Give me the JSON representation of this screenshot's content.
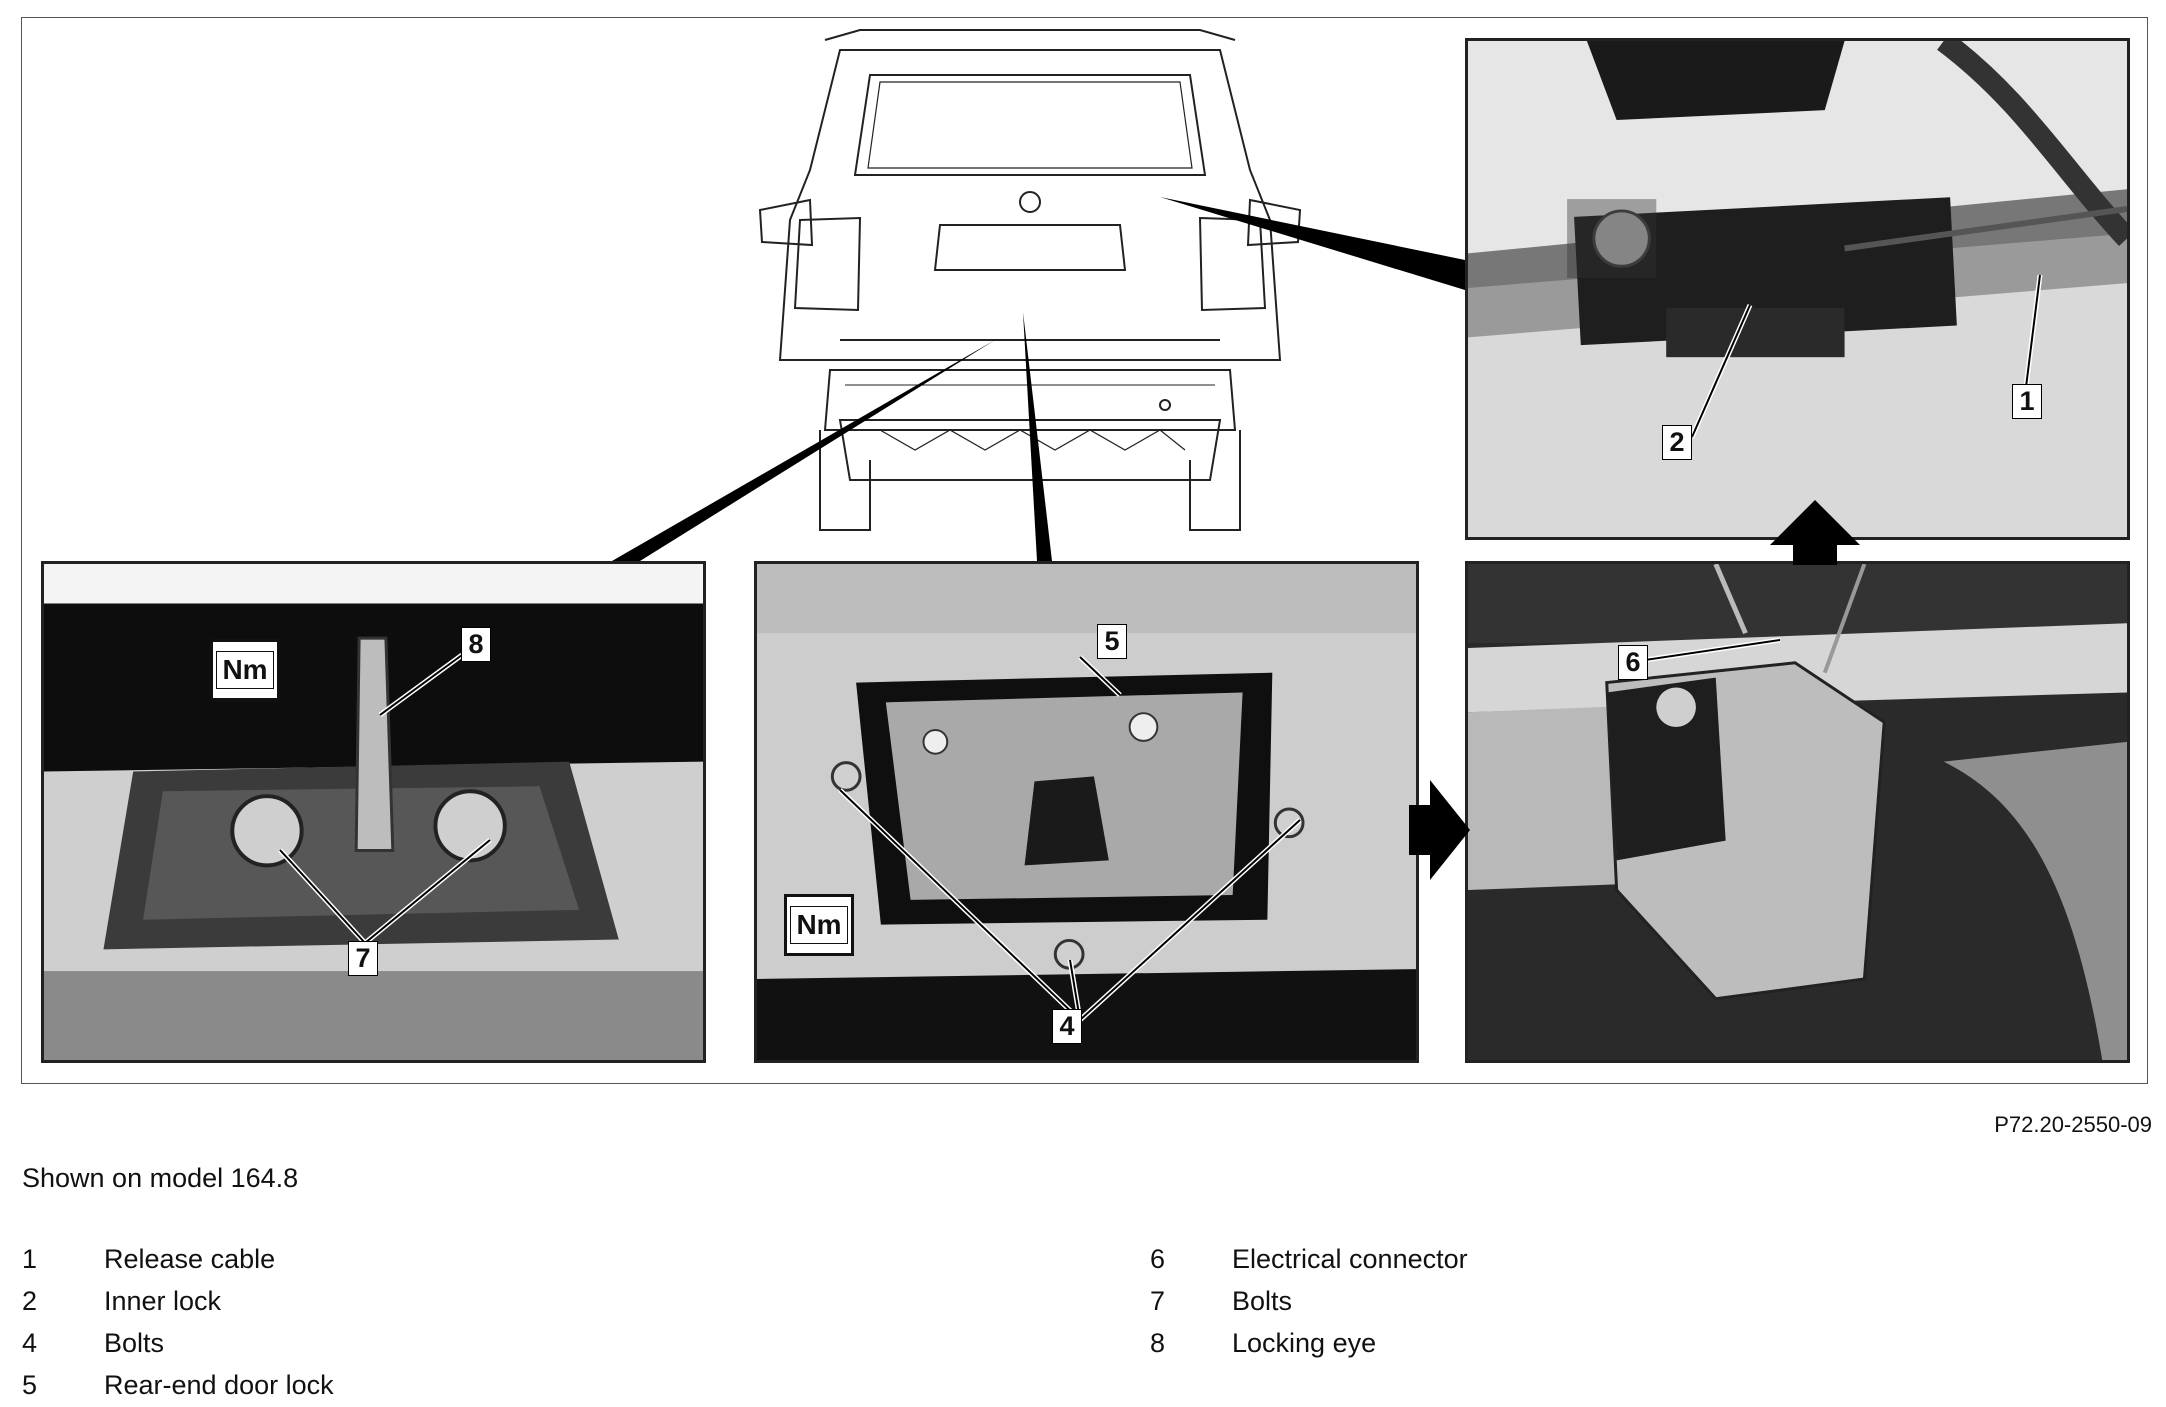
{
  "figure_code": "P72.20-2550-09",
  "model_note": "Shown on model 164.8",
  "torque_symbol": "Nm",
  "callouts": {
    "c1": "1",
    "c2": "2",
    "c4": "4",
    "c5": "5",
    "c6": "6",
    "c7": "7",
    "c8": "8"
  },
  "legend": [
    {
      "number": "1",
      "label": "Release cable"
    },
    {
      "number": "2",
      "label": "Inner lock"
    },
    {
      "number": "4",
      "label": "Bolts"
    },
    {
      "number": "5",
      "label": "Rear-end door lock"
    },
    {
      "number": "6",
      "label": "Electrical connector"
    },
    {
      "number": "7",
      "label": "Bolts"
    },
    {
      "number": "8",
      "label": "Locking eye"
    }
  ],
  "colors": {
    "photo_dark": "#1e1e1e",
    "photo_mid": "#8c8c8c",
    "photo_light": "#d8d8d8",
    "line": "#000000"
  }
}
